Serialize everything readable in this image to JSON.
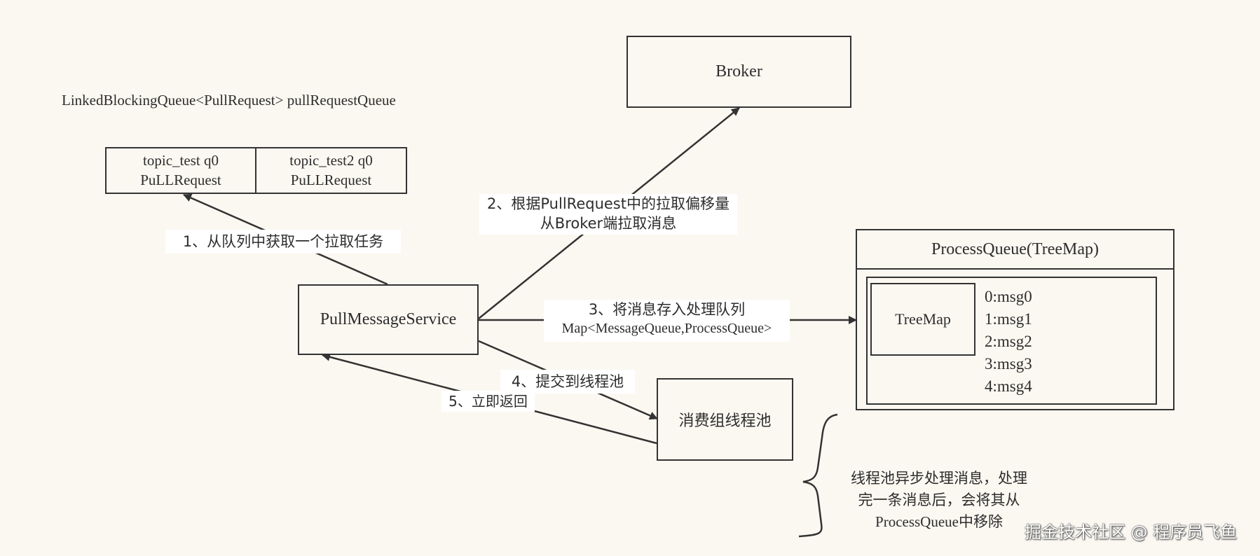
{
  "queue_title": "LinkedBlockingQueue<PullRequest> pullRequestQueue",
  "queue_cells": [
    {
      "line1": "topic_test q0",
      "line2": "PuLLRequest"
    },
    {
      "line1": "topic_test2 q0",
      "line2": "PuLLRequest"
    }
  ],
  "nodes": {
    "broker": "Broker",
    "pull_service": "PullMessageService",
    "thread_pool": "消费组线程池",
    "process_queue_title": "ProcessQueue(TreeMap)",
    "treemap": "TreeMap",
    "messages": [
      "0:msg0",
      "1:msg1",
      "2:msg2",
      "3:msg3",
      "4:msg4"
    ]
  },
  "edges": {
    "step1": "1、从队列中获取一个拉取任务",
    "step2_line1": "2、根据PullRequest中的拉取偏移量",
    "step2_line2": "从Broker端拉取消息",
    "step3_line1": "3、将消息存入处理队列",
    "step3_line2": "Map<MessageQueue,ProcessQueue>",
    "step4": "4、提交到线程池",
    "step5": "5、立即返回"
  },
  "note": {
    "line1": "线程池异步处理消息，处理",
    "line2": "完一条消息后，会将其从",
    "line3": "ProcessQueue中移除"
  },
  "watermark": "掘金技术社区 @ 程序员飞鱼"
}
